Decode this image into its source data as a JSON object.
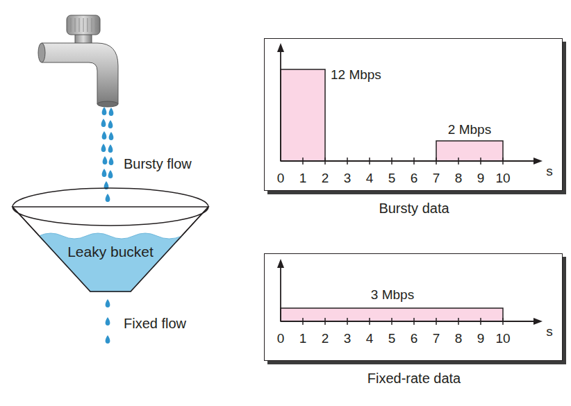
{
  "diagram": {
    "nodes": [
      {
        "text": [
          "Leaky bucket"
        ]
      },
      {
        "text": [
          "Bursty data"
        ]
      },
      {
        "text": [
          "Fixed-rate data"
        ]
      }
    ],
    "labels": [
      "Bursty flow",
      "Fixed flow",
      "12 Mbps",
      "2 Mbps",
      "0",
      "1",
      "2",
      "3",
      "4",
      "5",
      "6",
      "7",
      "8",
      "9",
      "10",
      "s",
      "3 Mbps",
      "0",
      "1",
      "2",
      "3",
      "4",
      "5",
      "6",
      "7",
      "8",
      "9",
      "10",
      "s"
    ]
  }
}
